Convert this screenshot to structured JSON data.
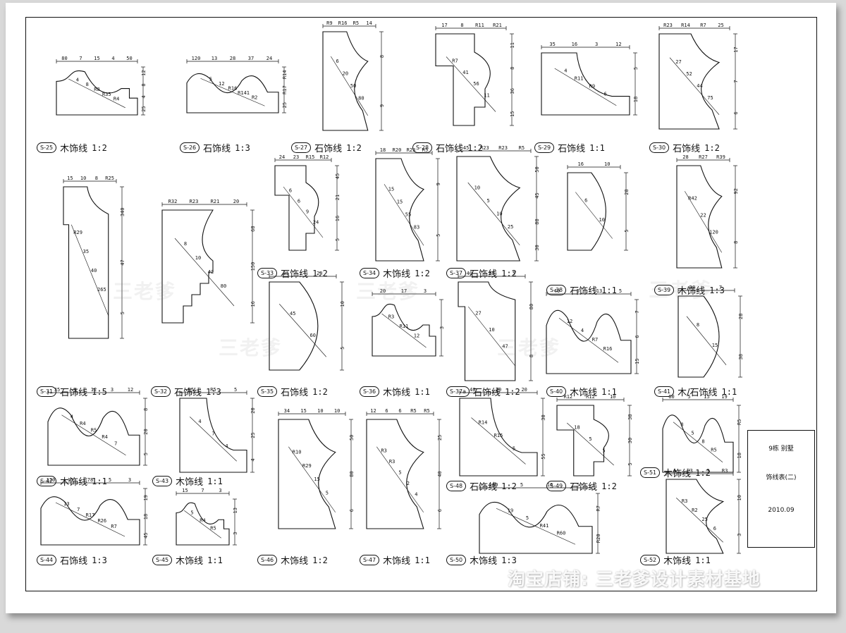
{
  "sheet": {
    "title_block": {
      "project": "9栋 别墅",
      "sheet_name": "饰线表(二)",
      "date": "2010.09"
    },
    "watermark_shop": "淘宝店铺: 三老爹设计素材基地",
    "watermark_faint": "三老爹"
  },
  "profiles": [
    {
      "id": "S-25",
      "name": "木饰线",
      "scale": "1:2",
      "kind": "cove",
      "dims": [
        "80",
        "7",
        "15",
        "4",
        "50",
        "4",
        "8",
        "R8",
        "R35",
        "R4",
        "12",
        "8",
        "4",
        "25"
      ]
    },
    {
      "id": "S-26",
      "name": "石饰线",
      "scale": "1:3",
      "kind": "wave",
      "dims": [
        "120",
        "13",
        "28",
        "37",
        "24",
        "5",
        "12",
        "R16",
        "R141",
        "R2",
        "R14",
        "R17",
        "25"
      ]
    },
    {
      "id": "S-27",
      "name": "石饰线",
      "scale": "1:2",
      "kind": "tall-wave",
      "dims": [
        "R9",
        "R16",
        "R5",
        "14",
        "6",
        "20",
        "50",
        "80",
        "8",
        "9"
      ]
    },
    {
      "id": "S-28",
      "name": "石饰线",
      "scale": "1:2",
      "kind": "step",
      "dims": [
        "17",
        "8",
        "R11",
        "R21",
        "R7",
        "41",
        "56",
        "11",
        "11",
        "8",
        "36",
        "15"
      ]
    },
    {
      "id": "S-29",
      "name": "石饰线",
      "scale": "1:1",
      "kind": "quarter",
      "dims": [
        "35",
        "16",
        "3",
        "12",
        "4",
        "R11",
        "R9",
        "6",
        "5",
        "18"
      ]
    },
    {
      "id": "S-30",
      "name": "石饰线",
      "scale": "1:2",
      "kind": "tall-wave",
      "dims": [
        "R23",
        "R14",
        "R7",
        "25",
        "27",
        "52",
        "44",
        "75",
        "17",
        "7",
        "6"
      ]
    },
    {
      "id": "S-31",
      "name": "石饰线",
      "scale": "1:5",
      "kind": "pilaster",
      "dims": [
        "15",
        "10",
        "8",
        "R25",
        "R29",
        "35",
        "40",
        "265",
        "340",
        "47",
        "5"
      ]
    },
    {
      "id": "S-32",
      "name": "石饰线",
      "scale": "1:3",
      "kind": "stair",
      "dims": [
        "R32",
        "R23",
        "R21",
        "20",
        "8",
        "10",
        "42",
        "80",
        "68",
        "150",
        "16"
      ]
    },
    {
      "id": "S-33",
      "name": "石饰线",
      "scale": "1:2",
      "kind": "step",
      "dims": [
        "24",
        "23",
        "R15",
        "R12",
        "6",
        "6",
        "9",
        "24",
        "45",
        "21",
        "16",
        "5"
      ]
    },
    {
      "id": "S-34",
      "name": "木饰线",
      "scale": "1:2",
      "kind": "tall-wave",
      "dims": [
        "18",
        "R20",
        "R23",
        "R5",
        "15",
        "15",
        "55",
        "83",
        "9",
        "5"
      ]
    },
    {
      "id": "S-37",
      "name": "石饰线",
      "scale": "1:2",
      "kind": "tall-wave",
      "dims": [
        "45",
        "R23",
        "R23",
        "R5",
        "10",
        "5",
        "10",
        "25",
        "50",
        "45",
        "88",
        "30"
      ]
    },
    {
      "id": "S-38",
      "name": "石饰线",
      "scale": "1:1",
      "kind": "half",
      "dims": [
        "16",
        "10",
        "6",
        "10",
        "28",
        "5"
      ]
    },
    {
      "id": "S-39",
      "name": "木饰线",
      "scale": "1:3",
      "kind": "tall-wave",
      "dims": [
        "28",
        "R27",
        "R39",
        "R42",
        "22",
        "120",
        "92",
        "8"
      ]
    },
    {
      "id": "S-35",
      "name": "石饰线",
      "scale": "1:2",
      "kind": "half",
      "dims": [
        "35",
        "20",
        "45",
        "60",
        "10",
        "5"
      ]
    },
    {
      "id": "S-36",
      "name": "木饰线",
      "scale": "1:1",
      "kind": "cove",
      "dims": [
        "20",
        "17",
        "3",
        "R3",
        "R11",
        "12",
        "3"
      ]
    },
    {
      "id": "S-37a",
      "name": "石饰线",
      "scale": "1:2",
      "kind": "pilaster",
      "dims": [
        "40",
        "35",
        "5",
        "27",
        "10",
        "47",
        "80",
        "8"
      ]
    },
    {
      "id": "S-40",
      "name": "木饰线",
      "scale": "1:1",
      "kind": "wave",
      "dims": [
        "40",
        "5",
        "13",
        "5",
        "12",
        "4",
        "R7",
        "R16",
        "7",
        "6",
        "15"
      ]
    },
    {
      "id": "S-41",
      "name": "木/石饰线",
      "scale": "1:1",
      "kind": "half",
      "dims": [
        "R8",
        "7",
        "8",
        "15",
        "28",
        "38"
      ]
    },
    {
      "id": "S-42",
      "name": "木饰线",
      "scale": "1:1",
      "kind": "wave",
      "dims": [
        "35",
        "4",
        "12",
        "3",
        "12",
        "4",
        "R4",
        "R5",
        "R4",
        "7",
        "8",
        "20",
        "5"
      ]
    },
    {
      "id": "S-43",
      "name": "木饰线",
      "scale": "1:1",
      "kind": "quarter",
      "dims": [
        "R5",
        "R5",
        "5",
        "4",
        "7",
        "4",
        "20",
        "25",
        "4"
      ]
    },
    {
      "id": "S-46",
      "name": "木饰线",
      "scale": "1:2",
      "kind": "tall-wave",
      "dims": [
        "34",
        "15",
        "10",
        "10",
        "R10",
        "R29",
        "15",
        "5",
        "50",
        "80",
        "6"
      ]
    },
    {
      "id": "S-47",
      "name": "木饰线",
      "scale": "1:1",
      "kind": "tall-wave",
      "dims": [
        "12",
        "6",
        "6",
        "R5",
        "R5",
        "R3",
        "R3",
        "5",
        "2",
        "4",
        "25",
        "40",
        "6"
      ]
    },
    {
      "id": "S-48",
      "name": "石饰线",
      "scale": "1:2",
      "kind": "quarter",
      "dims": [
        "40",
        "20",
        "20",
        "R14",
        "R15",
        "5",
        "30",
        "55"
      ]
    },
    {
      "id": "S-49",
      "name": "石饰线",
      "scale": "1:2",
      "kind": "step",
      "dims": [
        "R12",
        "R12",
        "10",
        "18",
        "5",
        "5",
        "38",
        "30",
        "5"
      ]
    },
    {
      "id": "S-51",
      "name": "木饰线",
      "scale": "1:2",
      "kind": "wave",
      "dims": [
        "60",
        "5",
        "15",
        "19",
        "8",
        "5",
        "8",
        "R5",
        "R5",
        "18"
      ]
    },
    {
      "id": "S-44",
      "name": "石饰线",
      "scale": "1:3",
      "kind": "wave",
      "dims": [
        "120",
        "11",
        "78",
        "5",
        "3",
        "13",
        "7",
        "R17",
        "R26",
        "R7",
        "19",
        "18",
        "45"
      ]
    },
    {
      "id": "S-45",
      "name": "木饰线",
      "scale": "1:1",
      "kind": "cove",
      "dims": [
        "15",
        "7",
        "3",
        "5",
        "R4",
        "R5",
        "13",
        "3"
      ]
    },
    {
      "id": "S-50",
      "name": "木饰线",
      "scale": "1:3",
      "kind": "wave",
      "dims": [
        "180",
        "5",
        "16",
        "5",
        "19",
        "5",
        "R41",
        "R60",
        "R7",
        "R20"
      ]
    },
    {
      "id": "S-52",
      "name": "木饰线",
      "scale": "1:1",
      "kind": "tall-wave",
      "dims": [
        "4",
        "3",
        "3",
        "R3",
        "R3",
        "R2",
        "25",
        "6",
        "10",
        "3"
      ]
    }
  ]
}
